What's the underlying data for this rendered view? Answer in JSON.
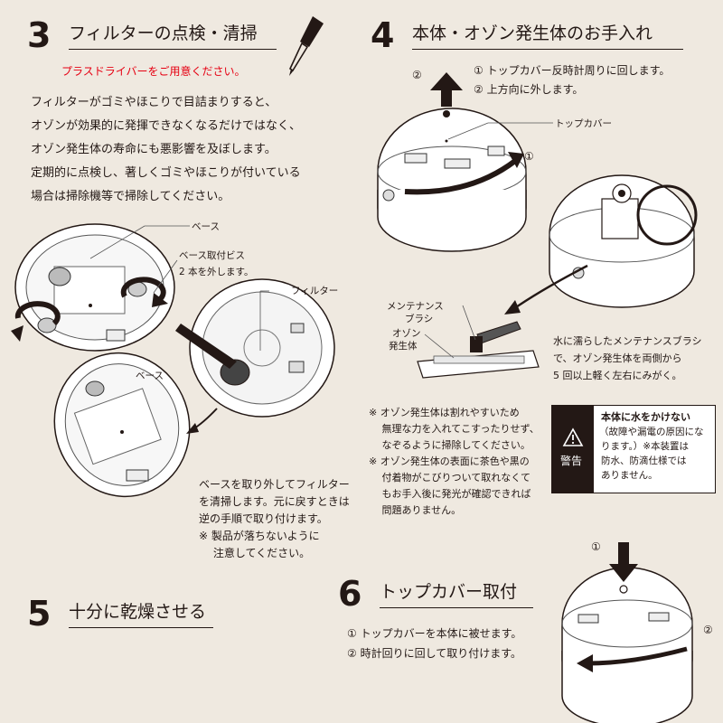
{
  "step3": {
    "number": "3",
    "title": "フィルターの点検・清掃",
    "note": "プラスドライバーをご用意ください。",
    "body": [
      "フィルターがゴミやほこりで目詰まりすると、",
      "オゾンが効果的に発揮できなくなるだけではなく、",
      "オゾン発生体の寿命にも悪影響を及ぼします。",
      "定期的に点検し、著しくゴミやほこりが付いている",
      "場合は掃除機等で掃除してください。"
    ],
    "labels": {
      "base_top": "ベース",
      "screws_1": "ベース取付ビス",
      "screws_2": "2 本を外します。",
      "filter": "フィルター",
      "base_bottom": "ベース"
    },
    "caption": [
      "ベースを取り外してフィルター",
      "を清掃します。元に戻すときは",
      "逆の手順で取り付けます。",
      "※ 製品が落ちないように",
      "　 注意してください。"
    ]
  },
  "step4": {
    "number": "4",
    "title": "本体・オゾン発生体のお手入れ",
    "instructions": [
      "① トップカバー反時計周りに回します。",
      "② 上方向に外します。"
    ],
    "marker1": "①",
    "marker2": "②",
    "labels": {
      "top_cover": "トップカバー",
      "brush_1": "メンテナンス",
      "brush_2": "ブラシ",
      "gen_1": "オゾン",
      "gen_2": "発生体"
    },
    "brush_caption": [
      "水に濡らしたメンテナンスブラシ",
      "で、オゾン発生体を両側から",
      "5 回以上軽く左右にみがく。"
    ],
    "notes": [
      "※ オゾン発生体は割れやすいため",
      "　 無理な力を入れてこすったりせず、",
      "　 なぞるように掃除してください。",
      "※ オゾン発生体の表面に茶色や黒の",
      "　 付着物がこびりついて取れなくて",
      "　 もお手入後に発光が確認できれば",
      "　 問題ありません。"
    ],
    "warning": {
      "label": "警告",
      "title": "本体に水をかけない",
      "body": [
        "（故障や漏電の原因にな",
        "ります。）※本装置は",
        "防水、防滴仕様では",
        "ありません。"
      ]
    }
  },
  "step5": {
    "number": "5",
    "title": "十分に乾燥させる"
  },
  "step6": {
    "number": "6",
    "title": "トップカバー取付",
    "instructions": [
      "① トップカバーを本体に被せます。",
      "② 時計回りに回して取り付けます。"
    ],
    "marker1": "①",
    "marker2": "②"
  },
  "colors": {
    "background": "#efe9e0",
    "text": "#231815",
    "accent_red": "#e60012"
  },
  "icons": [
    "screwdriver-icon",
    "warning-triangle-icon"
  ]
}
